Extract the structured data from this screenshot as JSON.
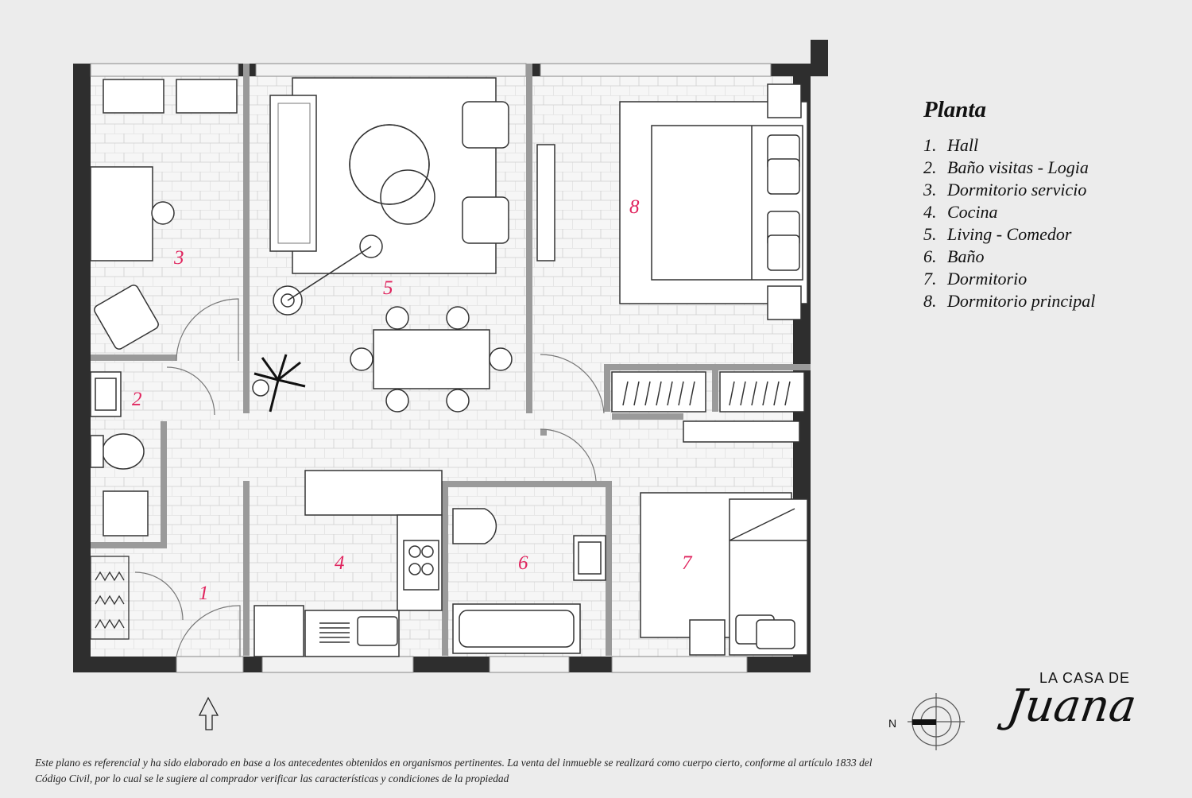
{
  "legend": {
    "title": "Planta",
    "items": [
      {
        "num": "1.",
        "label": "Hall"
      },
      {
        "num": "2.",
        "label": "Baño visitas - Logia"
      },
      {
        "num": "3.",
        "label": "Dormitorio servicio"
      },
      {
        "num": "4.",
        "label": "Cocina"
      },
      {
        "num": "5.",
        "label": "Living - Comedor"
      },
      {
        "num": "6.",
        "label": "Baño"
      },
      {
        "num": "7.",
        "label": "Dormitorio"
      },
      {
        "num": "8.",
        "label": "Dormitorio principal"
      }
    ]
  },
  "room_numbers": [
    "1",
    "2",
    "3",
    "4",
    "5",
    "6",
    "7",
    "8"
  ],
  "compass": {
    "label": "N"
  },
  "brand": {
    "line1": "LA CASA DE",
    "line2": "Juana"
  },
  "disclaimer": "Este plano es referencial y ha sido elaborado en base a los antecedentes obtenidos en organismos pertinentes.  La venta del inmueble se realizará como cuerpo cierto, conforme al artículo 1833 del Código Civil, por lo cual se le sugiere al comprador verificar las características y condiciones de la propiedad",
  "colors": {
    "wall": "#2e2e2e",
    "partition": "#9a9a9a",
    "floor": "#f6f6f6",
    "tile_line": "#c9c9c9",
    "room_number": "#e0245e",
    "background": "#ececec"
  }
}
